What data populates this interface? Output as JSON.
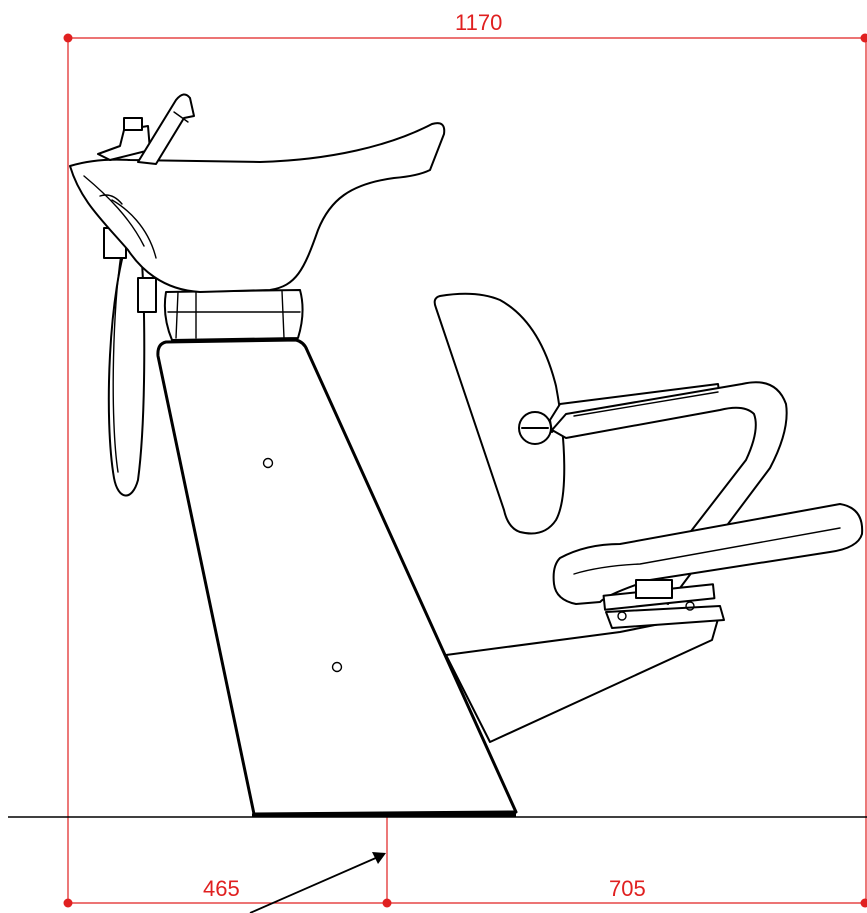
{
  "dimensions": {
    "overall_width": "1170",
    "left_segment": "465",
    "right_segment": "705"
  },
  "colors": {
    "dimension_color": "#e02020",
    "line_color": "#000000",
    "background": "#ffffff"
  }
}
